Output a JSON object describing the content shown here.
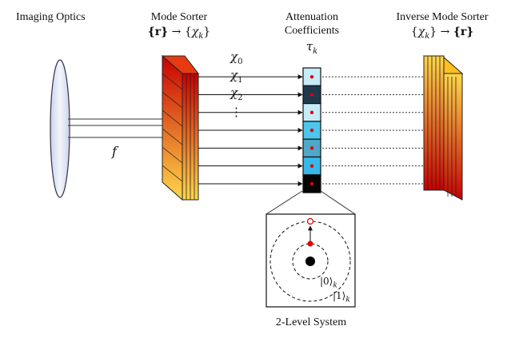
{
  "labels": {
    "imaging_optics": "Imaging Optics",
    "mode_sorter": "Mode Sorter",
    "mode_sorter_formula": "{r} → {χ_k}",
    "attenuation_line1": "Attenuation",
    "attenuation_line2": "Coefficients",
    "tau_k": "τ_k",
    "inverse_mode_sorter": "Inverse Mode Sorter",
    "inverse_formula": "{χ_k} → {r}",
    "focal_length": "f",
    "two_level_system": "2-Level System"
  },
  "mode_labels": [
    "χ0",
    "χ1",
    "χ2",
    "⋮"
  ],
  "ket_labels": [
    "|0⟩k",
    "|1⟩k"
  ],
  "attenuator_cells": [
    {
      "color": "#c6ecf8"
    },
    {
      "color": "#1f3a4c"
    },
    {
      "color": "#c6ecf8"
    },
    {
      "color": "#4cc6ec"
    },
    {
      "color": "#4ea9c8"
    },
    {
      "color": "#38b8e8"
    },
    {
      "color": "#050505"
    }
  ],
  "colors": {
    "sorter_light": "#ffd84a",
    "sorter_dark": "#c80000",
    "dot": "#e00000",
    "lens": "#dfe6f5"
  }
}
